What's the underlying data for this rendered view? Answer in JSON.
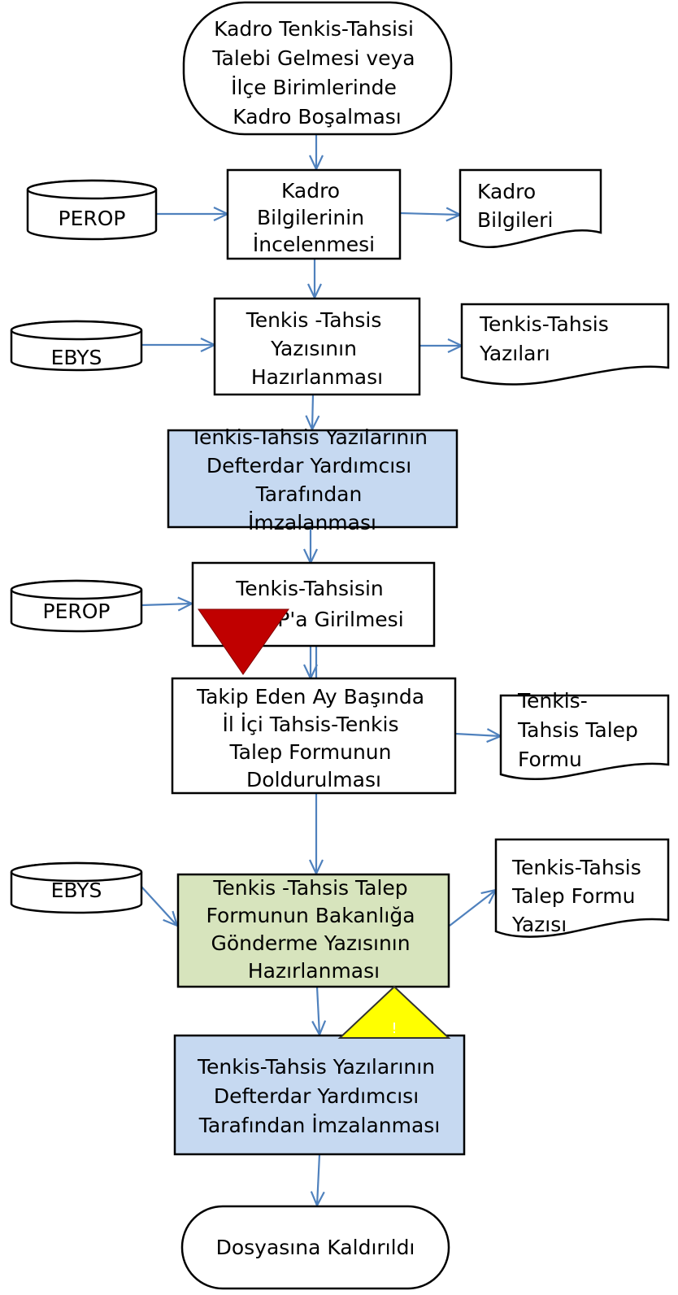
{
  "colors": {
    "arrow": "#4f81bd",
    "blue_fill": "#c6d9f1",
    "green_fill": "#d7e4bd",
    "red_marker": "#c00000",
    "yellow_marker": "#ffff00"
  },
  "icons": {
    "red_marker": "red-down-triangle",
    "yellow_marker": "yellow-warning-triangle"
  },
  "start": {
    "lines": [
      "Kadro Tenkis-Tahsisi",
      "Talebi Gelmesi veya",
      "İlçe Birimlerinde",
      "Kadro Boşalması"
    ]
  },
  "steps": [
    {
      "lines": [
        "Kadro",
        "Bilgilerinin",
        "İncelenmesi"
      ]
    },
    {
      "lines": [
        "Tenkis -Tahsis",
        "Yazısının",
        "Hazırlanması"
      ]
    },
    {
      "lines": [
        "Tenkis-Tahsis Yazılarının",
        "Defterdar Yardımcısı",
        "Tarafından",
        "İmzalanması"
      ]
    },
    {
      "lines": [
        "Tenkis-Tahsisin",
        "PEROP'a Girilmesi"
      ]
    },
    {
      "lines": [
        "Takip Eden Ay Başında",
        "İl İçi Tahsis-Tenkis",
        "Talep  Formunun",
        "Doldurulması"
      ]
    },
    {
      "lines": [
        "Tenkis -Tahsis Talep",
        "Formunun Bakanlığa",
        "Gönderme Yazısının",
        "Hazırlanması"
      ]
    },
    {
      "lines": [
        "Tenkis-Tahsis Yazılarının",
        "Defterdar Yardımcısı",
        "Tarafından  İmzalanması"
      ]
    }
  ],
  "data_sources": [
    {
      "label": "PEROP"
    },
    {
      "label": "EBYS"
    },
    {
      "label": "PEROP"
    },
    {
      "label": "EBYS"
    }
  ],
  "documents": [
    {
      "lines": [
        "Kadro",
        "Bilgileri"
      ]
    },
    {
      "lines": [
        "Tenkis-Tahsis",
        "Yazıları"
      ]
    },
    {
      "lines": [
        "Tenkis-",
        "Tahsis Talep",
        "Formu"
      ]
    },
    {
      "lines": [
        "Tenkis-Tahsis",
        "Talep Formu",
        "Yazısı"
      ]
    }
  ],
  "warning_mark": "!",
  "end": {
    "label": "Dosyasına Kaldırıldı"
  }
}
